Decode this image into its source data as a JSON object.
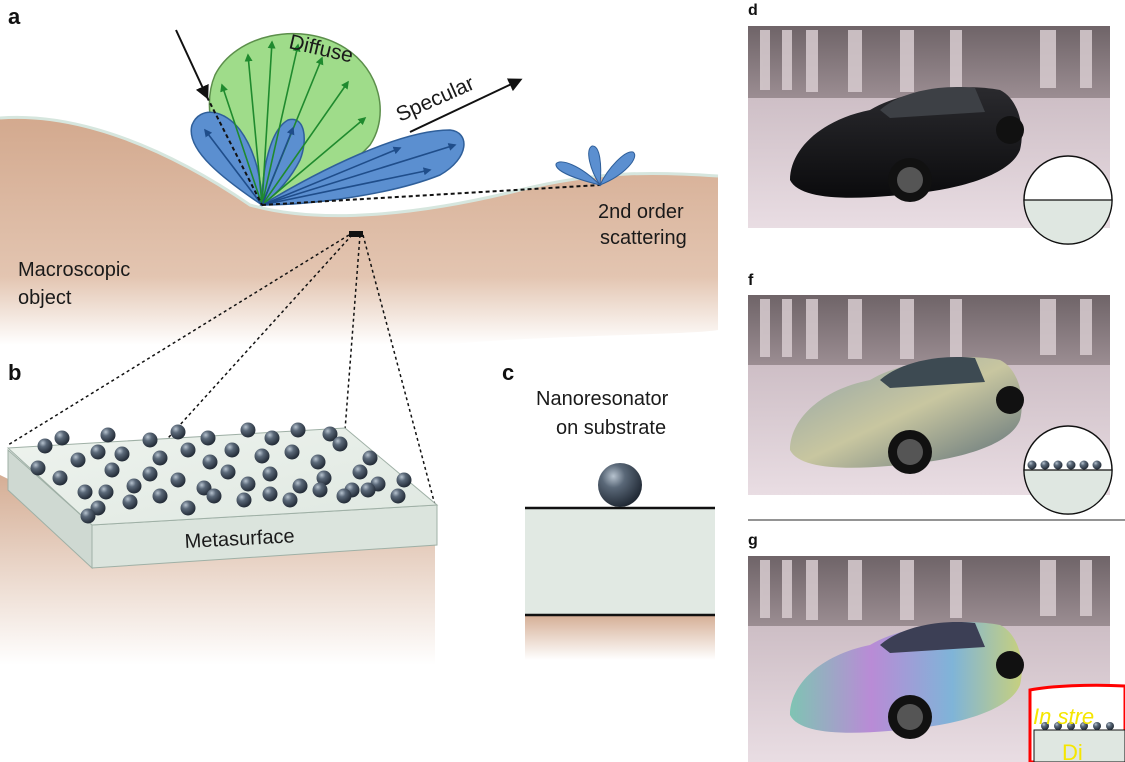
{
  "panel_a": {
    "label": "a",
    "diffuse": "Diffuse",
    "specular": "Specular",
    "second_order": [
      "2nd order",
      "scattering"
    ],
    "macroscopic": [
      "Macroscopic",
      "object"
    ]
  },
  "panel_b": {
    "label": "b",
    "metasurface": "Metasurface"
  },
  "panel_c": {
    "label": "c",
    "nanoresonator": [
      "Nanoresonator",
      "on substrate"
    ]
  },
  "panel_d": {
    "label": "d"
  },
  "panel_f": {
    "label": "f"
  },
  "panel_g": {
    "label": "g",
    "overlay_text_1": "In stre",
    "overlay_text_2": "Di"
  },
  "colors": {
    "object_tan": "#d8b39c",
    "diffuse_green": "#9fdc8a",
    "specular_blue": "#5b8fd0",
    "sphere_dark": "#2f3a48",
    "substrate": "#dfe7e1",
    "highlight_red": "#ff0000",
    "overlay_yellow": "#f5e600"
  }
}
